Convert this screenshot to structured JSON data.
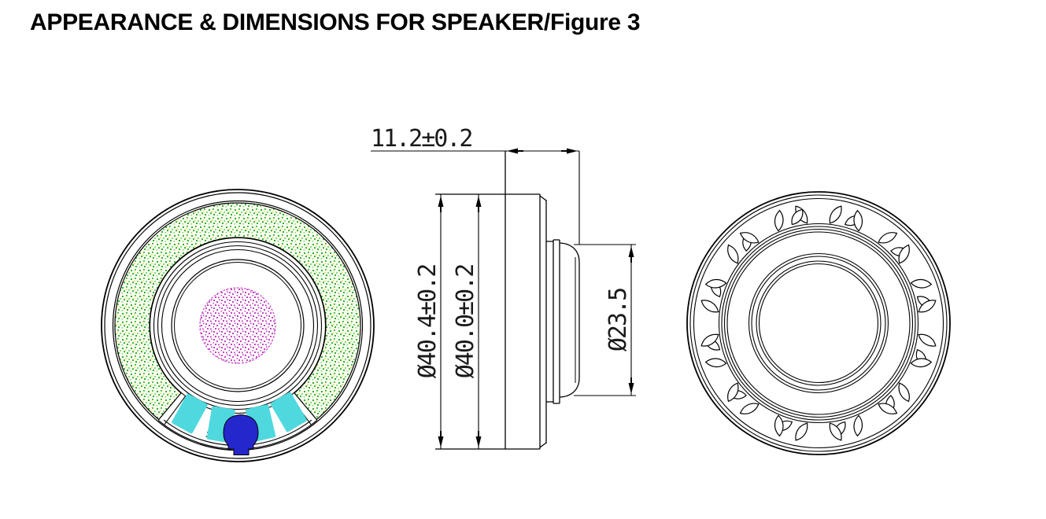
{
  "title": "APPEARANCE & DIMENSIONS FOR SPEAKER/Figure 3",
  "dimensions": {
    "depth": "11.2±0.2",
    "flange_diameter": "Ø40.4±0.2",
    "body_diameter": "Ø40.0±0.2",
    "magnet_diameter": "Ø23.5"
  },
  "colors": {
    "line": "#000000",
    "gasket_stipple_dark": "#2fae2f",
    "gasket_stipple_light": "#7fd87f",
    "gasket_stipple_yellow": "#e0e04a",
    "gasket_background": "#fdfff0",
    "dust_cap_stipple": "#c643c6",
    "dust_cap_edge": "#c94fc9",
    "solder_pad": "#4fd9de",
    "terminal": "#2428cc"
  }
}
